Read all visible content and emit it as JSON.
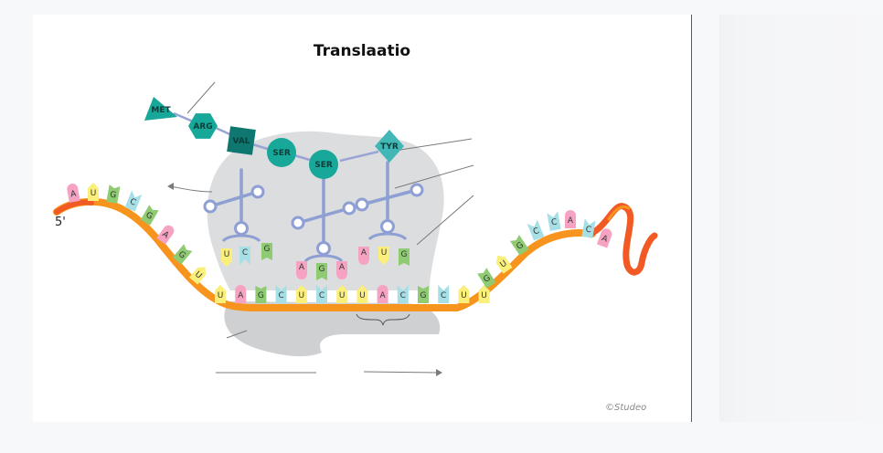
{
  "title": "Translaatio",
  "credit": "©Studeo",
  "five_prime_label": "5'",
  "colors": {
    "mrna_strand": "#f7941d",
    "mrna_tail": "#f15a24",
    "ribosome": "#d9dadb",
    "ribosome_lower": "#cfd0d2",
    "trna": "#8e9fd3",
    "amino_acid": "#17a89a",
    "amino_dark": "#0d7770",
    "peptide_link": "#9aa4d4",
    "A": "#f6a3c3",
    "U": "#f9ef7a",
    "G": "#8fcb72",
    "C": "#a6e0e6",
    "leader_line": "#7a7a7a"
  },
  "amino_acids": [
    {
      "label": "MET",
      "shape": "triangle"
    },
    {
      "label": "ARG",
      "shape": "hexagon"
    },
    {
      "label": "VAL",
      "shape": "square"
    },
    {
      "label": "SER",
      "shape": "circle"
    },
    {
      "label": "SER",
      "shape": "circle"
    },
    {
      "label": "TYR",
      "shape": "diamond"
    }
  ],
  "mrna_bases": {
    "left_slope": [
      "A",
      "U",
      "G",
      "C",
      "G",
      "A",
      "G",
      "U"
    ],
    "bottom": [
      "U",
      "A",
      "G",
      "C",
      "U",
      "C",
      "U",
      "U",
      "A",
      "C",
      "G",
      "C",
      "U",
      "U"
    ],
    "right_slope": [
      "G",
      "U",
      "G",
      "C",
      "C",
      "A",
      "C",
      "A"
    ]
  },
  "anticodons": [
    {
      "bases": [
        "U",
        "C",
        "G"
      ]
    },
    {
      "bases": [
        "A",
        "G",
        "A"
      ]
    },
    {
      "bases": [
        "A",
        "U",
        "G"
      ]
    }
  ]
}
